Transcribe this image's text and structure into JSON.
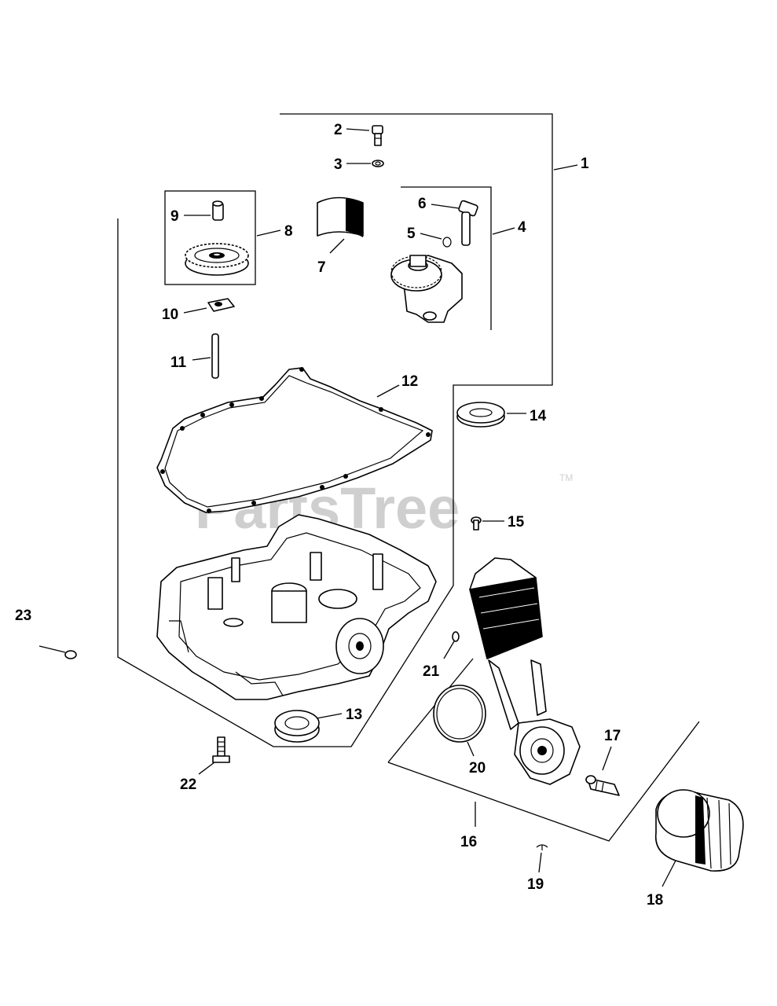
{
  "watermark": {
    "text": "PartsTree",
    "trademark": "TM"
  },
  "callouts": [
    {
      "id": "callout-1",
      "text": "1"
    },
    {
      "id": "callout-2",
      "text": "2"
    },
    {
      "id": "callout-3",
      "text": "3"
    },
    {
      "id": "callout-4",
      "text": "4"
    },
    {
      "id": "callout-5",
      "text": "5"
    },
    {
      "id": "callout-6",
      "text": "6"
    },
    {
      "id": "callout-7",
      "text": "7"
    },
    {
      "id": "callout-8",
      "text": "8"
    },
    {
      "id": "callout-9",
      "text": "9"
    },
    {
      "id": "callout-10",
      "text": "10"
    },
    {
      "id": "callout-11",
      "text": "11"
    },
    {
      "id": "callout-12",
      "text": "12"
    },
    {
      "id": "callout-13",
      "text": "13"
    },
    {
      "id": "callout-14",
      "text": "14"
    },
    {
      "id": "callout-15",
      "text": "15"
    },
    {
      "id": "callout-16",
      "text": "16"
    },
    {
      "id": "callout-17",
      "text": "17"
    },
    {
      "id": "callout-18",
      "text": "18"
    },
    {
      "id": "callout-19",
      "text": "19"
    },
    {
      "id": "callout-20",
      "text": "20"
    },
    {
      "id": "callout-21",
      "text": "21"
    },
    {
      "id": "callout-22",
      "text": "22"
    },
    {
      "id": "callout-23",
      "text": "23"
    }
  ]
}
